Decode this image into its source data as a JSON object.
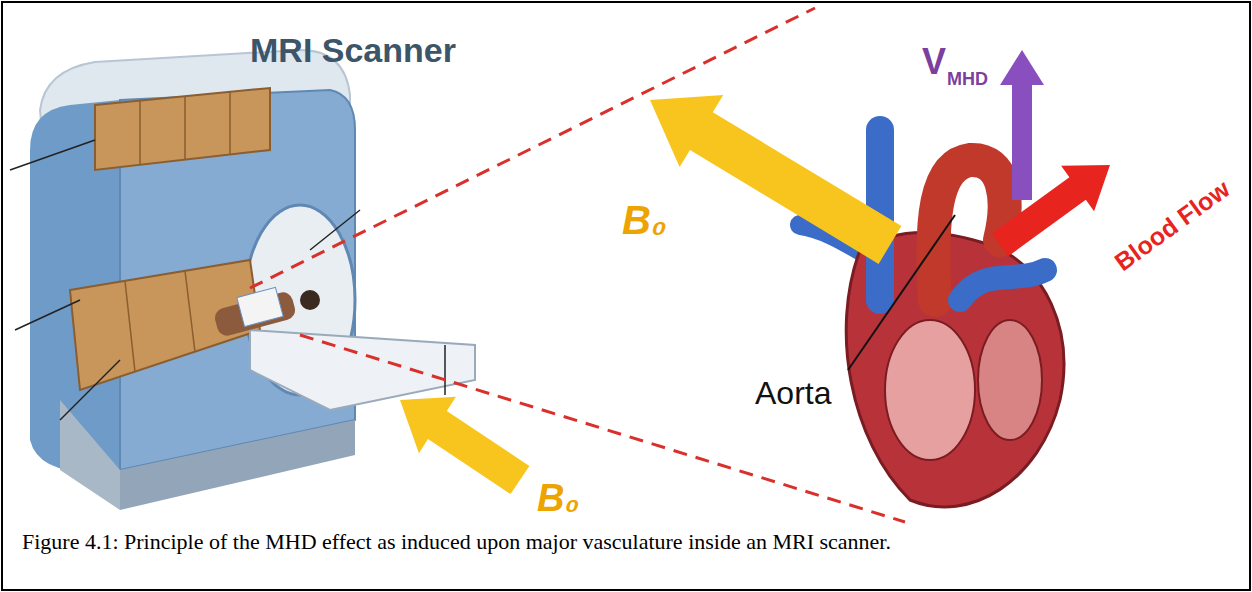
{
  "diagram": {
    "caption": "Figure 4.1: Principle of the MHD effect as induced upon major vasculature inside an MRI scanner.",
    "labels": [
      "MRI Scanner",
      "V",
      "MHD",
      "B₀",
      "Blood Flow",
      "Aorta",
      "B₀"
    ]
  }
}
